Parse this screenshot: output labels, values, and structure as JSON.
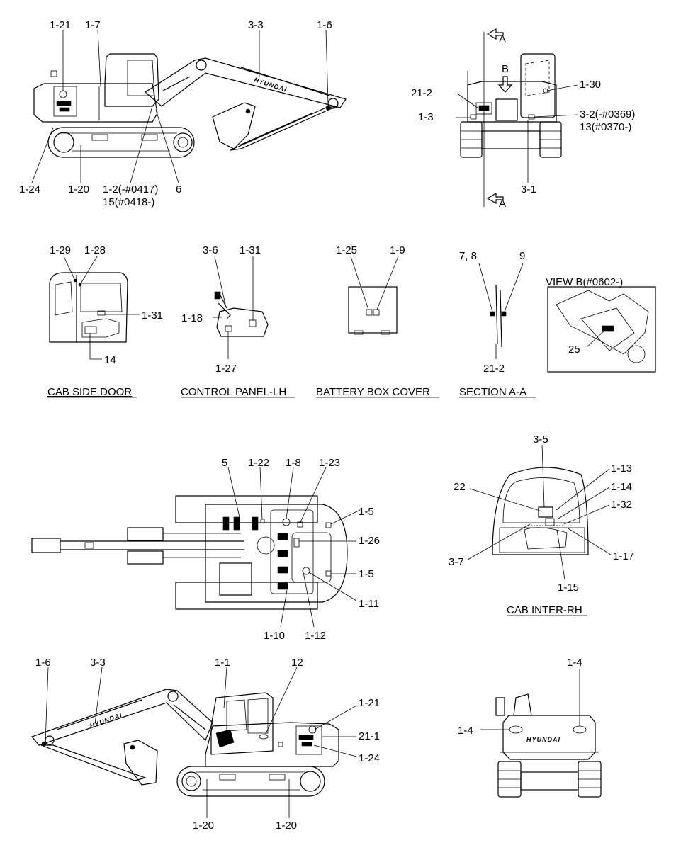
{
  "brand_text": "HYUNDAI",
  "view_lh": {
    "labels": {
      "l1_21": "1-21",
      "l1_7": "1-7",
      "l3_3": "3-3",
      "l1_6": "1-6",
      "l1_24": "1-24",
      "l1_20": "1-20",
      "l1_2": "1-2(-#0417)",
      "l15": "15(#0418-)",
      "l6": "6"
    }
  },
  "view_front": {
    "labels": {
      "arrow_a_top": "A",
      "arrow_b": "B",
      "l1_30": "1-30",
      "l21_2": "21-2",
      "l1_3": "1-3",
      "l3_2": "3-2(-#0369)",
      "l13": "13(#0370-)",
      "l3_1": "3-1",
      "arrow_a_bottom": "A"
    }
  },
  "cab_side_door": {
    "caption": "CAB SIDE DOOR",
    "labels": {
      "l1_29": "1-29",
      "l1_28": "1-28",
      "l1_31": "1-31",
      "l14": "14"
    }
  },
  "control_panel": {
    "caption": "CONTROL PANEL-LH",
    "labels": {
      "l3_6": "3-6",
      "l1_31": "1-31",
      "l1_18": "1-18",
      "l1_27": "1-27"
    }
  },
  "battery_box": {
    "caption": "BATTERY BOX COVER",
    "labels": {
      "l1_25": "1-25",
      "l1_9": "1-9"
    }
  },
  "section_aa": {
    "caption": "SECTION  A-A",
    "labels": {
      "l7_8": "7, 8",
      "l9": "9",
      "l21_2": "21-2"
    }
  },
  "view_b": {
    "title": "VIEW  B(#0602-)",
    "labels": {
      "l25": "25"
    }
  },
  "top_view": {
    "labels": {
      "l5": "5",
      "l1_22": "1-22",
      "l1_8": "1-8",
      "l1_23": "1-23",
      "l1_5a": "1-5",
      "l1_26": "1-26",
      "l1_5b": "1-5",
      "l1_11": "1-11",
      "l1_10": "1-10",
      "l1_12": "1-12"
    }
  },
  "cab_inter": {
    "caption": "CAB INTER-RH",
    "labels": {
      "l3_5": "3-5",
      "l1_13": "1-13",
      "l22": "22",
      "l1_14": "1-14",
      "l1_32": "1-32",
      "l3_7": "3-7",
      "l1_17": "1-17",
      "l1_15": "1-15"
    }
  },
  "view_rh": {
    "labels": {
      "l1_6": "1-6",
      "l3_3": "3-3",
      "l1_1": "1-1",
      "l12": "12",
      "l1_21": "1-21",
      "l21_1": "21-1",
      "l1_24": "1-24",
      "l1_20a": "1-20",
      "l1_20b": "1-20"
    }
  },
  "view_rear": {
    "labels": {
      "l1_4a": "1-4",
      "l1_4b": "1-4"
    }
  }
}
